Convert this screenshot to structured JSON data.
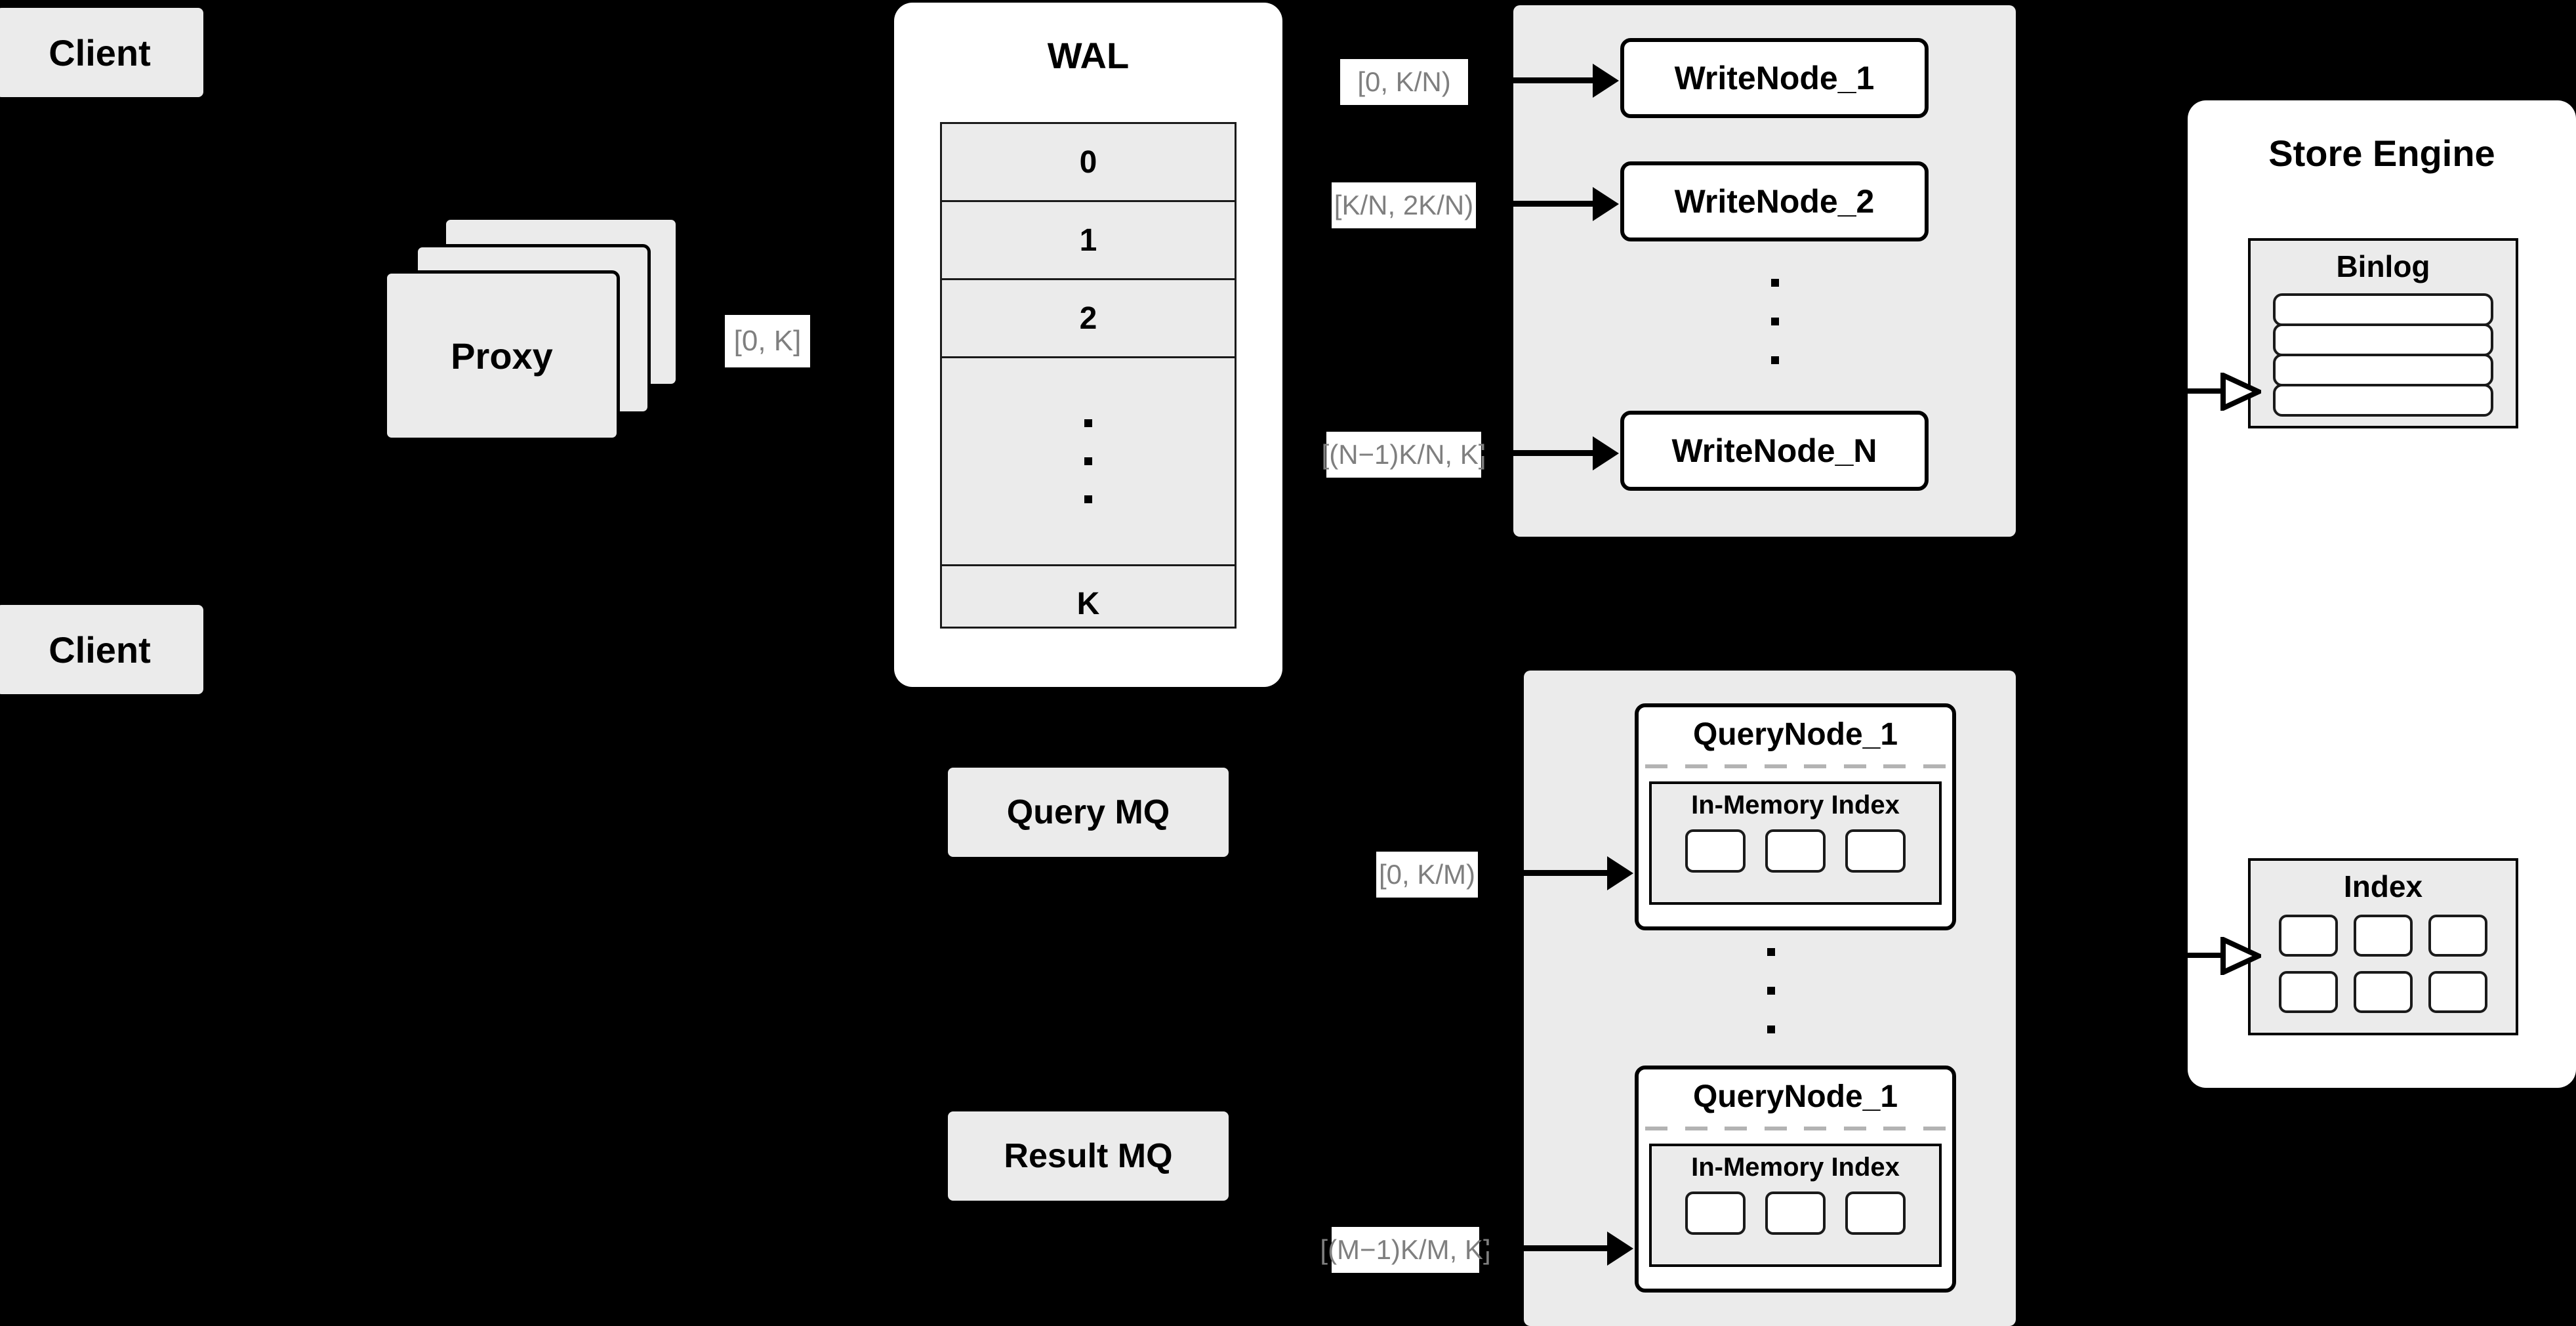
{
  "diagram": {
    "title": "Distributed write/query architecture",
    "background_color": "#000000",
    "box_fill": "#ebebeb",
    "panel_fill": "#ffffff",
    "label_text_color": "#7f7f7f",
    "dash_color": "#b3b3b3"
  },
  "clients": [
    {
      "label": "Client"
    },
    {
      "label": "Client"
    }
  ],
  "proxy": {
    "label": "Proxy",
    "stack_count": 3
  },
  "wal": {
    "title": "WAL",
    "rows": [
      "0",
      "1",
      "2",
      "",
      "K"
    ],
    "ellipsis_row_index": 3,
    "ellipsis_dots": 3
  },
  "queues": [
    {
      "label": "Query MQ"
    },
    {
      "label": "Result MQ"
    }
  ],
  "edge_labels": {
    "proxy_to_wal": "[0, K]",
    "wal_to_write_1": "[0,  K/N)",
    "wal_to_write_2": "[K/N, 2K/N)",
    "wal_to_write_n": "[(N−1)K/N,  K]",
    "mq_to_query_1": "[0, K/M)",
    "mq_to_query_m": "[(M−1)K/M, K]"
  },
  "write_cluster": {
    "nodes": [
      {
        "label": "WriteNode_1"
      },
      {
        "label": "WriteNode_2"
      },
      {
        "label": "WriteNode_N"
      }
    ],
    "ellipsis_dots": 3
  },
  "query_cluster": {
    "nodes": [
      {
        "title": "QueryNode_1",
        "index_label": "In-Memory Index",
        "index_cells": 3
      },
      {
        "title": "QueryNode_1",
        "index_label": "In-Memory Index",
        "index_cells": 3
      }
    ],
    "ellipsis_dots": 3
  },
  "store_engine": {
    "title": "Store Engine",
    "binlog": {
      "title": "Binlog",
      "rows": 4
    },
    "index": {
      "title": "Index",
      "cells": 6,
      "columns": 3,
      "rows": 2
    }
  }
}
